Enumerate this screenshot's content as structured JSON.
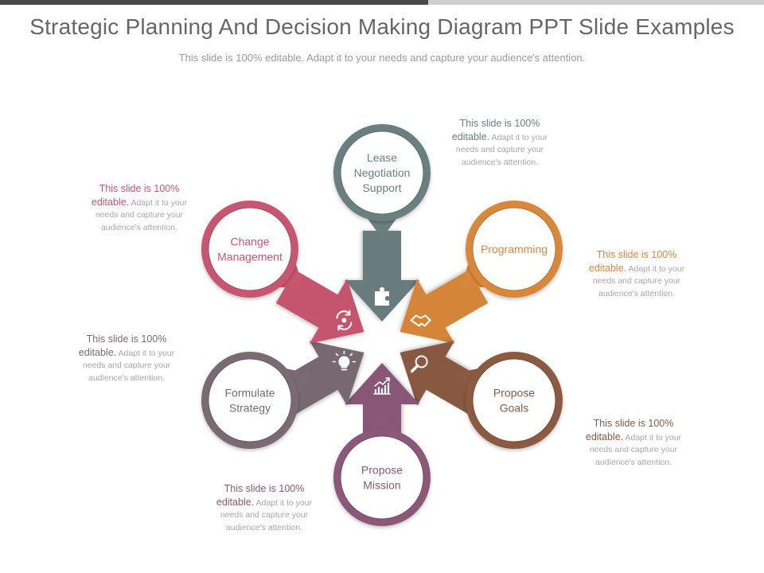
{
  "title": "Strategic Planning And Decision Making Diagram PPT Slide Examples",
  "subtitle": "This slide is 100% editable. Adapt it to your needs and capture your audience's attention.",
  "nodes": [
    {
      "id": "lease",
      "label_lines": [
        "Lease",
        "Negotiation",
        "Support"
      ],
      "color": "#6b7f80",
      "icon": "puzzle-icon"
    },
    {
      "id": "programming",
      "label_lines": [
        "Programming"
      ],
      "color": "#d9883a",
      "icon": "handshake-icon"
    },
    {
      "id": "goals",
      "label_lines": [
        "Propose",
        "Goals"
      ],
      "color": "#8b5a40",
      "icon": "magnifier-icon"
    },
    {
      "id": "mission",
      "label_lines": [
        "Propose",
        "Mission"
      ],
      "color": "#8b5878",
      "icon": "growth-chart-icon"
    },
    {
      "id": "strategy",
      "label_lines": [
        "Formulate",
        "Strategy"
      ],
      "color": "#7a6b72",
      "icon": "lightbulb-icon"
    },
    {
      "id": "change",
      "label_lines": [
        "Change",
        "Management"
      ],
      "color": "#c95670",
      "icon": "gear-cycle-icon"
    }
  ],
  "notes": [
    {
      "id": "lease",
      "head": "This slide is 100% editable.",
      "body": "Adapt it to your needs and capture your audience's attention.",
      "color": "#6b7f80"
    },
    {
      "id": "programming",
      "head": "This slide is 100% editable.",
      "body": "Adapt it to your needs and capture your audience's attention.",
      "color": "#d9883a"
    },
    {
      "id": "goals",
      "head": "This slide is 100% editable.",
      "body": "Adapt it to your needs and capture your audience's attention.",
      "color": "#8b5a40"
    },
    {
      "id": "mission",
      "head": "This slide is 100% editable.",
      "body": "Adapt it to your needs and capture your audience's attention.",
      "color": "#8b5878"
    },
    {
      "id": "strategy",
      "head": "This slide is 100% editable.",
      "body": "Adapt it to your needs and capture your audience's attention.",
      "color": "#7a6b72"
    },
    {
      "id": "change",
      "head": "This slide is 100% editable.",
      "body": "Adapt it to your needs and capture your audience's attention.",
      "color": "#c95670"
    }
  ]
}
